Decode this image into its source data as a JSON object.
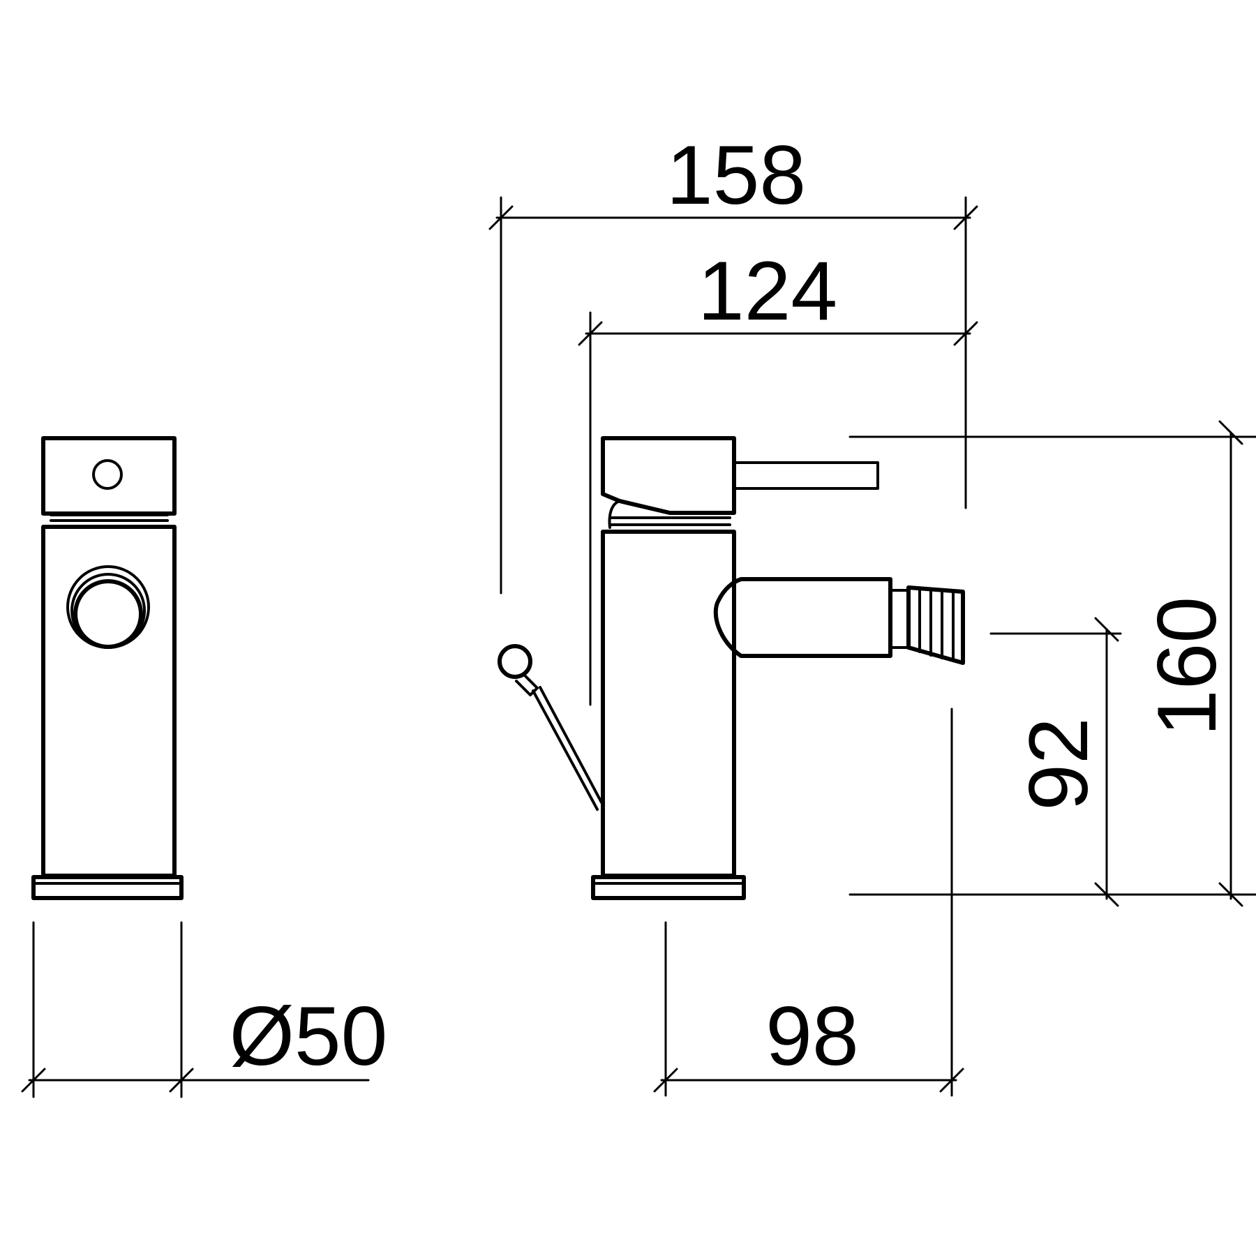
{
  "dimensions": {
    "overall_length": "158",
    "body_length": "124",
    "overall_height": "160",
    "spout_height": "92",
    "spout_projection": "98",
    "base_diameter": "Ø50"
  },
  "colors": {
    "line": "#000000",
    "background": "#ffffff"
  }
}
